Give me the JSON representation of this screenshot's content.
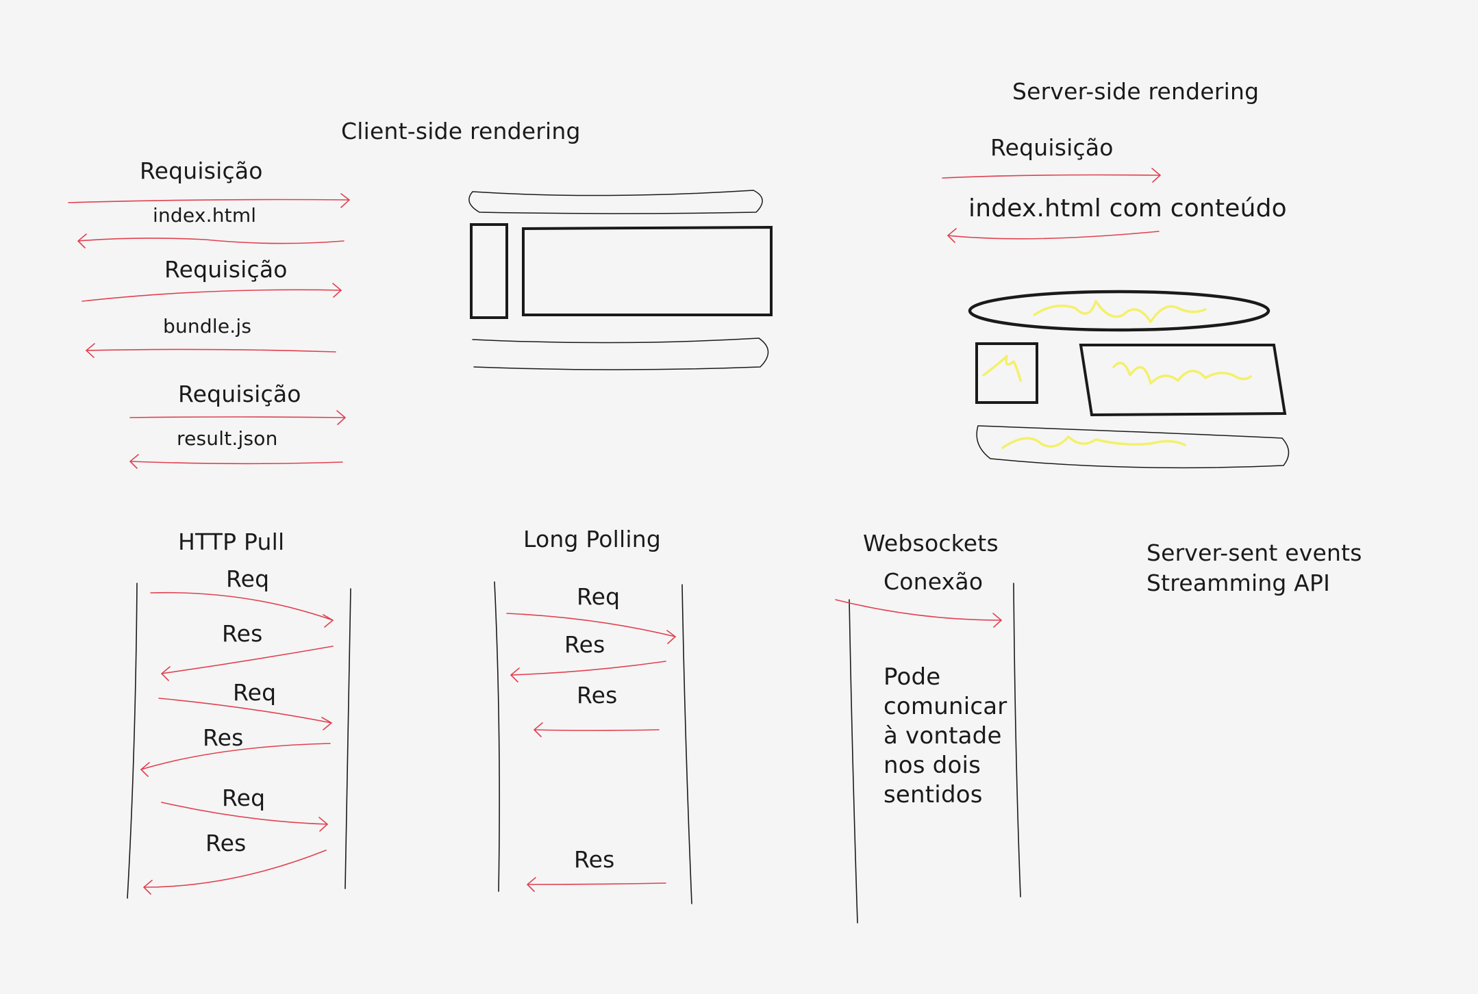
{
  "colors": {
    "background": "#f5f5f5",
    "ink": "#1a1a1a",
    "arrow": "#e0404f",
    "highlight": "#f3f06a"
  },
  "csr": {
    "title": "Client-side rendering",
    "messages": [
      {
        "label": "Requisição"
      },
      {
        "label": "index.html"
      },
      {
        "label": "Requisição"
      },
      {
        "label": "bundle.js"
      },
      {
        "label": "Requisição"
      },
      {
        "label": "result.json"
      }
    ]
  },
  "ssr": {
    "title": "Server-side rendering",
    "messages": [
      {
        "label": "Requisição"
      },
      {
        "label": "index.html com conteúdo"
      }
    ]
  },
  "http_pull": {
    "title": "HTTP Pull",
    "messages": [
      {
        "label": "Req"
      },
      {
        "label": "Res"
      },
      {
        "label": "Req"
      },
      {
        "label": "Res"
      },
      {
        "label": "Req"
      },
      {
        "label": "Res"
      }
    ]
  },
  "long_polling": {
    "title": "Long Polling",
    "messages": [
      {
        "label": "Req"
      },
      {
        "label": "Res"
      },
      {
        "label": "Res"
      },
      {
        "label": "Res"
      }
    ]
  },
  "websockets": {
    "title": "Websockets",
    "messages": [
      {
        "label": "Conexão"
      }
    ],
    "note": "Pode\ncomunicar\nà vontade\nnos dois\nsentidos"
  },
  "sse": {
    "title_line1": "Server-sent events",
    "title_line2": "Streamming API"
  }
}
